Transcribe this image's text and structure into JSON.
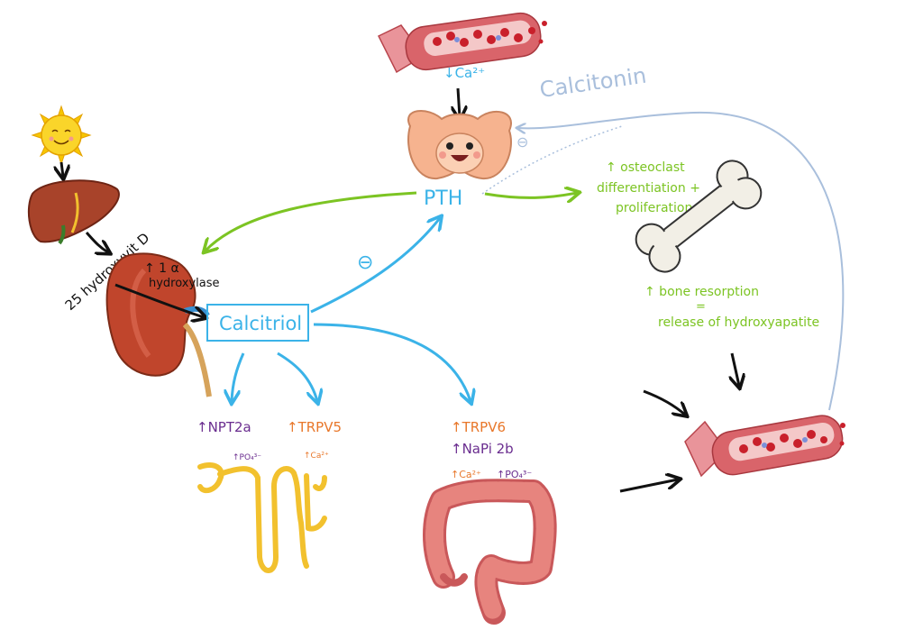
{
  "colors": {
    "blue": "#3bb3e8",
    "green": "#7cc423",
    "purple": "#6a2d8f",
    "orange": "#e8772a",
    "black": "#111111",
    "calcitonin_line": "#a9bfdc",
    "vessel": "#d9646a",
    "thyroid": "#f6b38f",
    "liver": "#a8432a",
    "kidney": "#c0452c",
    "tubule": "#f2c12e",
    "colon": "#e7847e",
    "bone": "#f2efe6"
  },
  "icons": [
    "sun-icon",
    "liver-icon",
    "kidney-icon",
    "thyroid-icon",
    "bone-icon",
    "blood-vessel-icon",
    "renal-tubule-icon",
    "colon-icon"
  ],
  "labels": {
    "ca_low": "↓Ca²⁺",
    "calcitonin": "Calcitonin",
    "pth": "PTH",
    "inhibit_pth": "⊖",
    "inhibit_calcitonin": "⊖",
    "hydroxyvit": "25 hydroxyvit D",
    "alpha_hydroxylase_line1": "↑ 1 α",
    "alpha_hydroxylase_line2": "hydroxylase",
    "calcitriol": "Calcitriol",
    "osteoclast_1": "↑ osteoclast",
    "osteoclast_2": "differentiation +",
    "osteoclast_3": "proliferation",
    "resorption_1": "↑ bone resorption",
    "resorption_eq": "=",
    "resorption_2": "release of hydroxyapatite",
    "npt2a": "↑NPT2a",
    "po4_kidney": "↑PO₄³⁻",
    "trpv5": "↑TRPV5",
    "ca_kidney": "↑Ca²⁺",
    "trpv6": "↑TRPV6",
    "napi2b": "↑NaPi 2b",
    "ca_gut": "↑Ca²⁺",
    "po4_gut": "↑PO₄³⁻"
  }
}
